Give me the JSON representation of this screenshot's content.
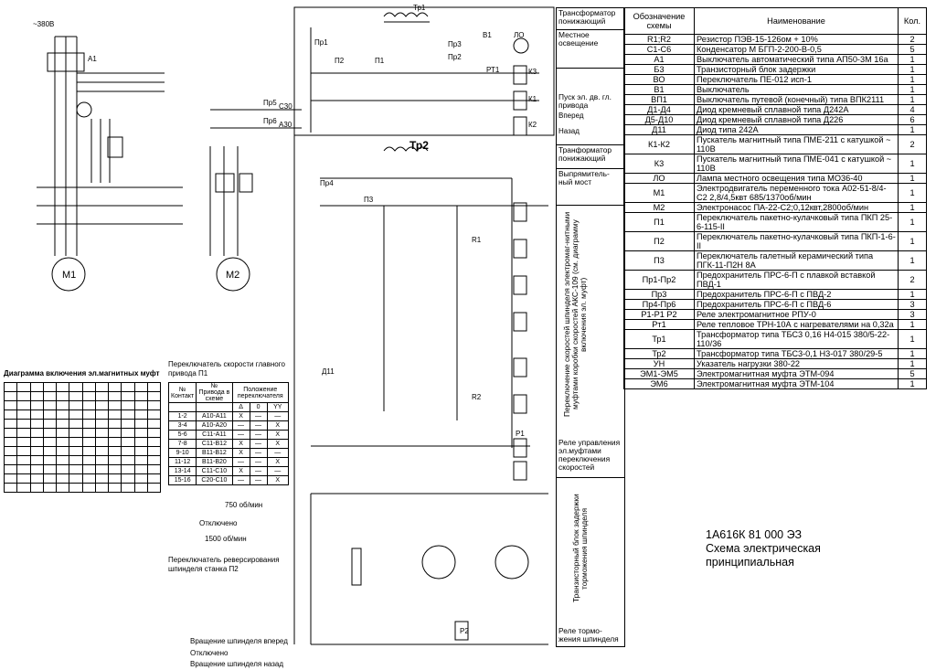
{
  "title_block": {
    "code": "1А616К 81 000 ЭЗ",
    "line1": "Схема электрическая",
    "line2": "принципиальная"
  },
  "component_table": {
    "headers": [
      "Обозначение схемы",
      "Наименование",
      "Кол."
    ],
    "rows": [
      [
        "R1;R2",
        "Резистор ПЭВ-15-126ом + 10%",
        "2"
      ],
      [
        "C1-C6",
        "Конденсатор М БГП-2-200-В-0,5",
        "5"
      ],
      [
        "А1",
        "Выключатель автоматический типа АП50-3М 16а",
        "1"
      ],
      [
        "Б3",
        "Транзисторный блок задержки",
        "1"
      ],
      [
        "ВО",
        "Переключатель ПЕ-012 исп-1",
        "1"
      ],
      [
        "В1",
        "Выключатель",
        "1"
      ],
      [
        "ВП1",
        "Выключатель путевой (конечный) типа ВПК2111",
        "1"
      ],
      [
        "Д1-Д4",
        "Диод кремневый сплавной типа Д242А",
        "4"
      ],
      [
        "Д5-Д10",
        "Диод кремневый сплавной типа Д226",
        "6"
      ],
      [
        "Д11",
        "Диод типа 242А",
        "1"
      ],
      [
        "К1-К2",
        "Пускатель магнитный типа ПМЕ-211 с катушкой ~ 110В",
        "2"
      ],
      [
        "К3",
        "Пускатель магнитный типа ПМЕ-041 с катушкой ~ 110В",
        "1"
      ],
      [
        "ЛО",
        "Лампа местного освещения типа МО36-40",
        "1"
      ],
      [
        "М1",
        "Электродвигатель переменного тока А02-51-8/4-С2 2,8/4,5квт 685/1370об/мин",
        "1"
      ],
      [
        "М2",
        "Электронасос ПА-22-С2;0,12квт,2800об/мин",
        "1"
      ],
      [
        "П1",
        "Переключатель пакетно-кулачковый типа ПКП 25-6-115-II",
        "1"
      ],
      [
        "П2",
        "Переключатель пакетно-кулачковый типа ПКП-1-6-II",
        "1"
      ],
      [
        "П3",
        "Переключатель галетный керамический типа ПГК-11-П2Н 8А",
        "1"
      ],
      [
        "Пр1-Пр2",
        "Предохранитель ПРС-6-П с плавкой вставкой ПВД-1",
        "2"
      ],
      [
        "Пр3",
        "Предохранитель ПРС-6-П с ПВД-2",
        "1"
      ],
      [
        "Пр4-Пр6",
        "Предохранитель ПРС-6-П с ПВД-6",
        "3"
      ],
      [
        "Р1-Р1 Р2",
        "Реле электромагнитное РПУ-0",
        "3"
      ],
      [
        "Рт1",
        "Реле тепловое ТРН-10А с нагревателями на 0,32а",
        "1"
      ],
      [
        "Тр1",
        "Трансформатор типа ТБС3 0,16 Н4-015 380/5-22-110/36",
        "1"
      ],
      [
        "Тр2",
        "Трансформатор типа ТБС3-0,1 Н3-017 380/29-5",
        "1"
      ],
      [
        "УН",
        "Указатель нагрузки 380-22",
        "1"
      ],
      [
        "ЭМ1-ЭМ5",
        "Электромагнитная муфта ЭТМ-094",
        "5"
      ],
      [
        "ЭМ6",
        "Электромагнитная муфта ЭТМ-104",
        "1"
      ]
    ]
  },
  "legend": {
    "transformer_top": "Трансформатор понижающий",
    "local_light": "Местное освещение",
    "start_main": "Пуск эл. дв. гл. привода",
    "forward": "Вперед",
    "back": "Назад",
    "transformer_2": "Транформатор понижающий",
    "rectifier": "Выпрямитель-ный мост",
    "switching_vertical": "Переключение скоростей шпинделя электромаг-нитными муфтами коробки скоростей АКС-109 (см. диаграмму включения эл. муфт)",
    "relay_control": "Реле управления эл.муфтами переключения скоростей",
    "transistor_block": "Транзисторный блок задержки торможения шпинделя",
    "brake_relay": "Реле тормо-жения шпинделя"
  },
  "left_panel": {
    "supply": "~380В",
    "diagram_title": "Диаграмма включения эл.магнитных муфт",
    "switch_speed_title": "Переключатель скорости главного привода П1",
    "speed_750": "750 об/мин",
    "off": "Отключено",
    "speed_1500": "1500 об/мин",
    "reverse_title": "Переключатель реверсирования шпинделя станка П2",
    "rot_forward": "Вращение шпинделя вперед",
    "rot_off": "Отключено",
    "rot_back": "Вращение шпинделя назад",
    "p1_headers": [
      "№ Контакт",
      "№ Привода в схеме",
      "Положение переключателя"
    ],
    "p1_pos": [
      "Δ",
      "0",
      "YY"
    ],
    "p1_rows": [
      [
        "1-2",
        "А10-А11",
        "Х",
        "—",
        "—"
      ],
      [
        "3-4",
        "А10-А20",
        "—",
        "—",
        "Х"
      ],
      [
        "5-6",
        "С11-А11",
        "—",
        "—",
        "Х"
      ],
      [
        "7-8",
        "С11-В12",
        "Х",
        "—",
        "Х"
      ],
      [
        "9-10",
        "В11-В12",
        "Х",
        "—",
        "—"
      ],
      [
        "11-12",
        "В11-В20",
        "—",
        "—",
        "Х"
      ],
      [
        "13-14",
        "С11-С10",
        "Х",
        "—",
        "—"
      ],
      [
        "15-16",
        "С20-С10",
        "—",
        "—",
        "Х"
      ]
    ]
  },
  "labels": {
    "tr1": "Тр1",
    "tr2": "Тр2",
    "pr1": "Пр1",
    "pr2": "Пр2",
    "pr3": "Пр3",
    "pr4": "Пр4",
    "pr5": "Пр5",
    "pr6": "Пр6",
    "m1": "М1",
    "m2": "М2",
    "a1": "А1",
    "c30": "С30",
    "a30": "А30",
    "lo": "ЛО",
    "b1": "В1",
    "k1": "К1",
    "k2": "К2",
    "k3": "К3",
    "rt1": "РТ1",
    "p1": "П1",
    "p2": "П2",
    "p3": "П3",
    "d11": "Д11",
    "r1": "R1",
    "r2": "R2",
    "p1rel": "Р1",
    "p2rel": "Р2"
  }
}
